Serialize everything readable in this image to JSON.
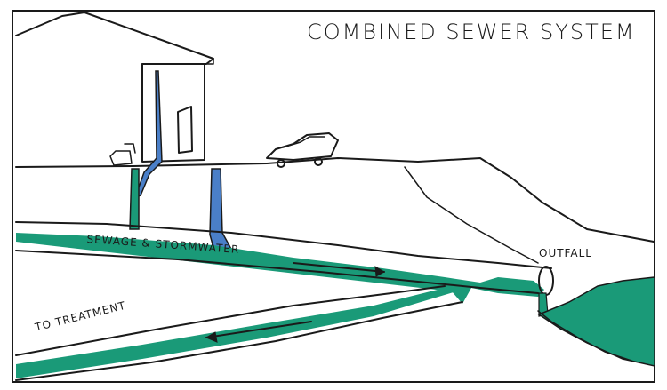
{
  "title": "COMBINED SEWER SYSTEM",
  "labels": {
    "sewage_stormwater": "SEWAGE & STORMWATER",
    "outfall": "OUTFALL",
    "to_treatment": "TO TREATMENT"
  },
  "colors": {
    "sewage": "#1a9a78",
    "stormwater": "#4a7fc8",
    "ink": "#1a1a1a"
  },
  "icons": {
    "house": "house-icon",
    "car": "car-icon",
    "flow_arrow": "arrow-icon"
  }
}
